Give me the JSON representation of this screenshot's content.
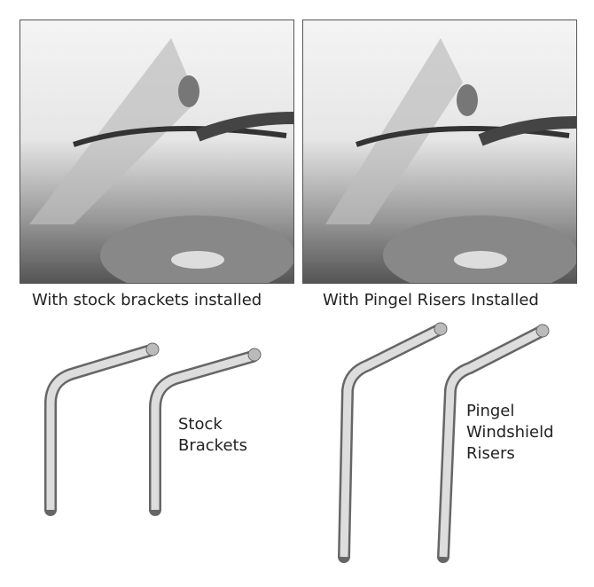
{
  "photos": [
    {
      "caption": "With stock brackets installed"
    },
    {
      "caption": "With Pingel Risers Installed"
    }
  ],
  "labels": {
    "stock": [
      "Stock",
      "Brackets"
    ],
    "pingel": [
      "Pingel",
      "Windshield",
      "Risers"
    ]
  }
}
